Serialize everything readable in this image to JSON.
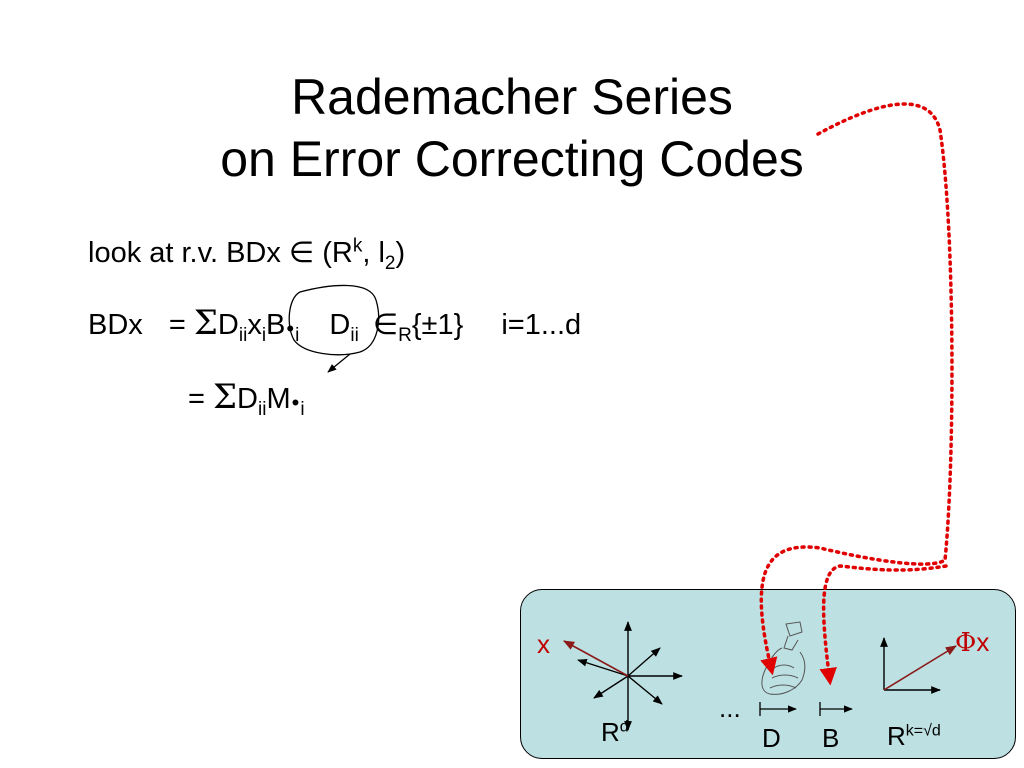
{
  "title": {
    "line1": "Rademacher Series",
    "line2": "on Error Correcting Codes"
  },
  "line1": {
    "prefix": "look at r.v. BDx ",
    "member": "∈",
    "open": " (R",
    "k_sup": "k",
    "comma": ", l",
    "two_sub": "2",
    "close": ")"
  },
  "eq1": {
    "lhs": "BDx",
    "equals": "=",
    "sigma": "Σ",
    "d": "D",
    "ii": "ii",
    "x": "x",
    "i": "i",
    "b": "B",
    "dot": "•",
    "i2": "i",
    "d2": "D",
    "ii2": "ii",
    "member": "∈",
    "r_sub": "R",
    "set": "{±1}",
    "range": "i=1...d"
  },
  "eq2": {
    "equals": "=",
    "sigma": "Σ",
    "d": "D",
    "ii": "ii",
    "m": "M",
    "dot": "•",
    "i": "i"
  },
  "panel": {
    "x_label": "x",
    "rd_base": "R",
    "rd_sup": "d",
    "dots": "...",
    "d_label": "D",
    "b_label": "B",
    "rk_base": "R",
    "rk_sup": "k=√d",
    "phi": "Φ",
    "phix_x": "x"
  },
  "colors": {
    "accent_red": "#c00000",
    "dotted_red": "#e00000",
    "panel_bg": "#bde0e2",
    "arrow_brown": "#8b1a1a"
  }
}
